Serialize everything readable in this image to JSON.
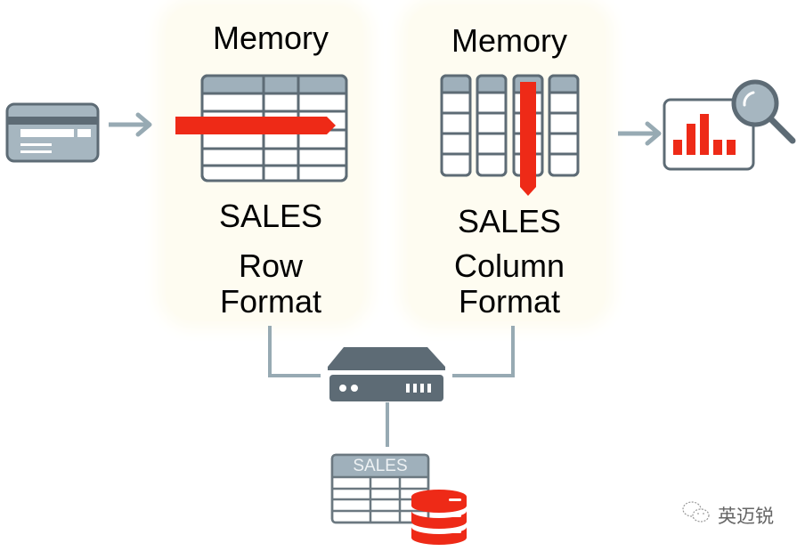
{
  "diagram": {
    "row_panel": {
      "heading": "Memory",
      "table_name": "SALES",
      "format_line1": "Row",
      "format_line2": "Format"
    },
    "column_panel": {
      "heading": "Memory",
      "table_name": "SALES",
      "format_line1": "Column",
      "format_line2": "Format"
    },
    "storage": {
      "table_label": "SALES"
    },
    "watermark": {
      "text": "英迈锐",
      "icon": "wechat-icon"
    },
    "colors": {
      "accent_red": "#ee2a17",
      "slate": "#5d6b75",
      "header_gray": "#9fb0bb",
      "connector": "#97aab3",
      "panel_bg": "#fefcf1"
    }
  }
}
